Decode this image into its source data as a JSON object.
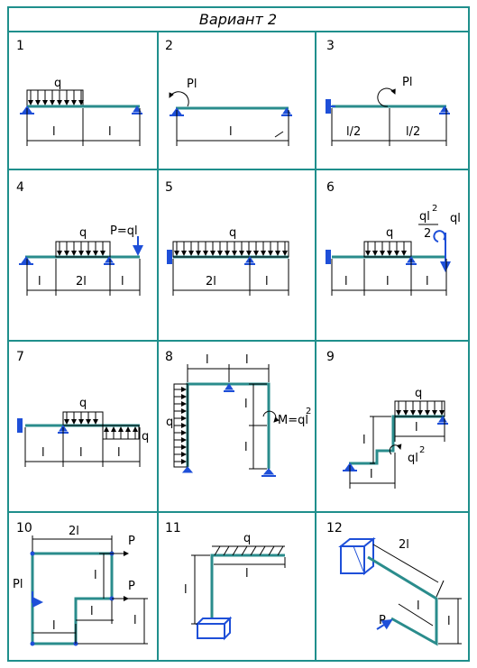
{
  "header": {
    "title": "Вариант  2"
  },
  "cells": [
    {
      "number": "1",
      "labels": {
        "load": "q",
        "span1": "l",
        "span2": "l"
      }
    },
    {
      "number": "2",
      "labels": {
        "moment": "Pl",
        "span": "l"
      }
    },
    {
      "number": "3",
      "labels": {
        "moment": "Pl",
        "span1": "l/2",
        "span2": "l/2"
      }
    },
    {
      "number": "4",
      "labels": {
        "load": "q",
        "force": "P=ql",
        "span1": "l",
        "span2": "2l",
        "span3": "l"
      }
    },
    {
      "number": "5",
      "labels": {
        "load": "q",
        "span1": "2l",
        "span2": "l"
      }
    },
    {
      "number": "6",
      "labels": {
        "moment_num": "ql",
        "moment_exp": "2",
        "moment_den": "2",
        "load": "q",
        "force": "ql",
        "span1": "l",
        "span2": "l",
        "span3": "l"
      }
    },
    {
      "number": "7",
      "labels": {
        "load1": "q",
        "load2": "q",
        "span1": "l",
        "span2": "l",
        "span3": "l"
      }
    },
    {
      "number": "8",
      "labels": {
        "top1": "l",
        "top2": "l",
        "load": "q",
        "moment": "M=ql",
        "moment_exp": "2",
        "side1": "l",
        "side2": "l"
      }
    },
    {
      "number": "9",
      "labels": {
        "load": "q",
        "span_top": "l",
        "height": "l",
        "moment": "ql",
        "moment_exp": "2",
        "span_bottom": "l"
      }
    },
    {
      "number": "10",
      "labels": {
        "top": "2l",
        "force_top": "P",
        "side1": "l",
        "force_mid": "P",
        "moment": "Pl",
        "mid": "l",
        "bottom": "l",
        "right": "l"
      }
    },
    {
      "number": "11",
      "labels": {
        "load": "q",
        "span": "l",
        "height": "l"
      }
    },
    {
      "number": "12",
      "labels": {
        "long": "2l",
        "force": "P",
        "short": "l",
        "height": "l"
      }
    }
  ],
  "colors": {
    "frame": "#1f8f8c",
    "beam": "#2a8c8c",
    "support": "#1e4fd8",
    "ink": "#000000"
  }
}
